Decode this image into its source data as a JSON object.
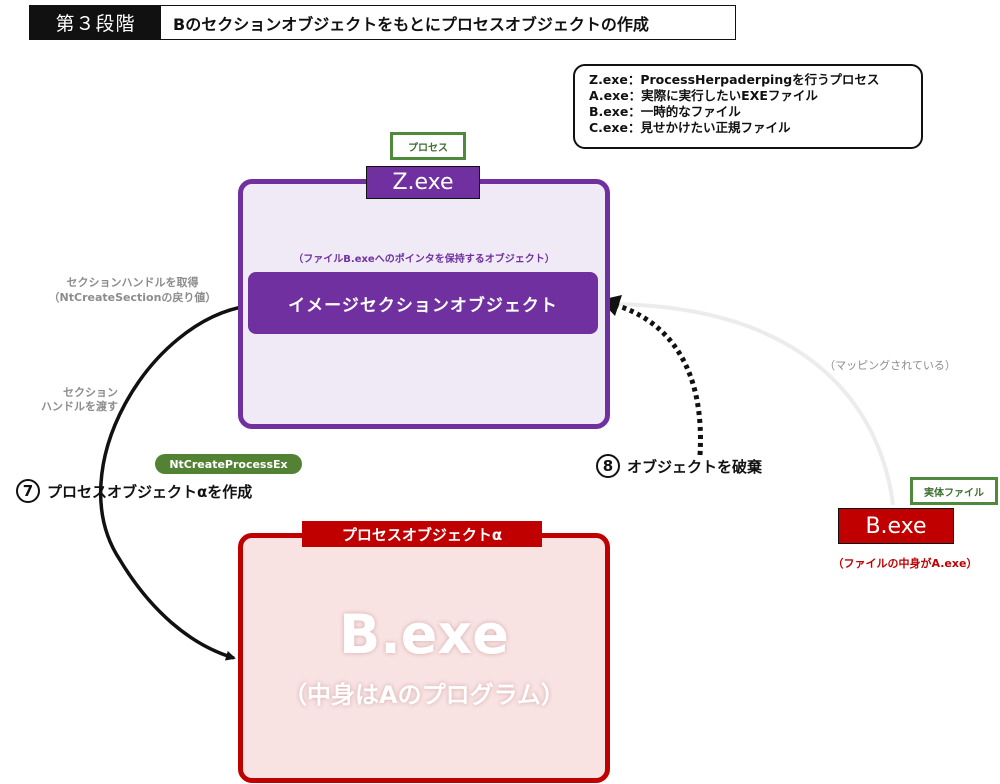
{
  "header": {
    "stage_label": "第３段階",
    "title": "Bのセクションオブジェクトをもとにプロセスオブジェクトの作成"
  },
  "legend": {
    "lines": [
      "Z.exe：ProcessHerpaderpingを行うプロセス",
      "A.exe：実際に実行したいEXEファイル",
      "B.exe：一時的なファイル",
      "C.exe：見せかけたい正規ファイル"
    ]
  },
  "process_box": {
    "tag": "プロセス",
    "title": "Z.exe",
    "pointer_note": "（ファイルB.exeへのポインタを保持するオブジェクト）",
    "image_section_label": "イメージセクションオブジェクト"
  },
  "process_object_box": {
    "title": "プロセスオブジェクトα",
    "main_text": "B.exe",
    "sub_text": "（中身はAのプログラム）"
  },
  "file": {
    "tag": "実体ファイル",
    "name": "B.exe",
    "content_note": "（ファイルの中身がA.exe）"
  },
  "annotations": {
    "handle_get_line1": "セクションハンドルを取得",
    "handle_get_line2": "（NtCreateSectionの戻り値）",
    "handle_pass_line1": "セクション",
    "handle_pass_line2": "ハンドルを渡す",
    "mapping": "（マッピングされている）",
    "api_name": "NtCreateProcessEx"
  },
  "steps": {
    "step7_number": "7",
    "step7_label": "プロセスオブジェクトαを作成",
    "step8_number": "8",
    "step8_label": "オブジェクトを破棄"
  },
  "colors": {
    "purple": "#7030a0",
    "purple_bg": "#efeaf5",
    "red": "#c00000",
    "red_bg": "#f8e2e2",
    "green": "#548235",
    "gray": "#8c8c8c"
  }
}
